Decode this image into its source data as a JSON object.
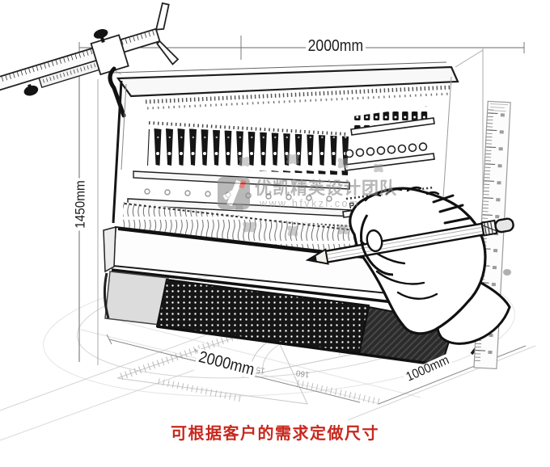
{
  "dimensions": {
    "top": "2000mm",
    "left": "1450mm",
    "bottom_front": "2000mm",
    "bottom_side": "1000mm"
  },
  "caption": {
    "text": "可根据客户的需求定做尺寸",
    "color": "#c8281e"
  },
  "watermark": {
    "brand": "优凯精英设计团队",
    "url": "www.hfykzl.com",
    "logo_gray": "#8f8f8f",
    "logo_red": "#d9372b"
  },
  "protractor": {
    "label_a": "150",
    "label_b": "160"
  },
  "sketch_colors": {
    "ink": "#161616",
    "paper": "#ffffff",
    "construction": "#c4c4c4"
  }
}
